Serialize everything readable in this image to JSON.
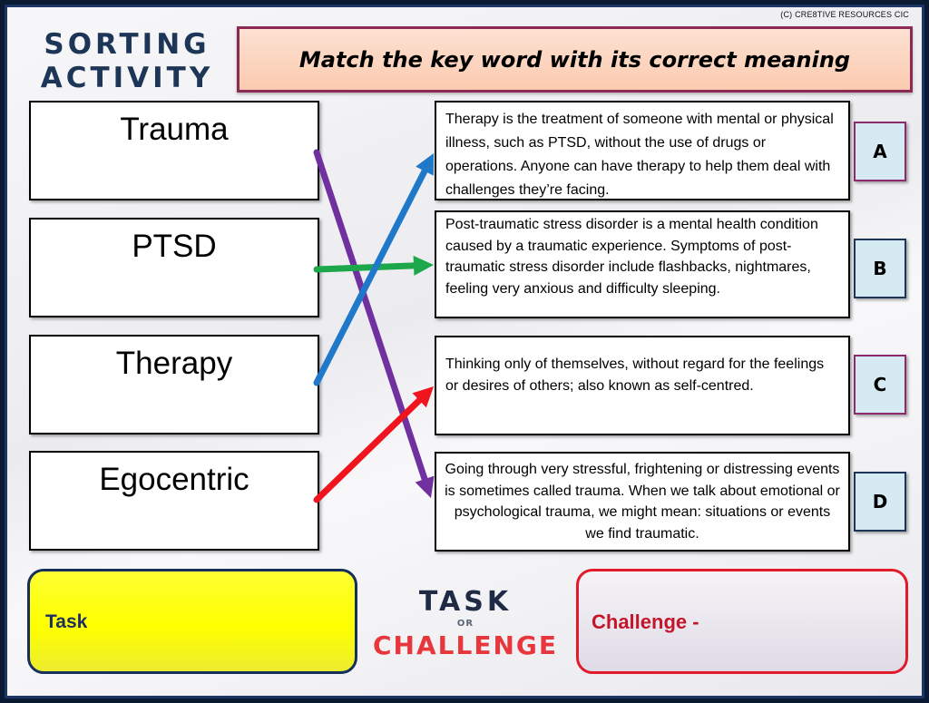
{
  "copyright": "(C) CRE8TIVE RESOURCES CIC",
  "title_line1": "SORTING",
  "title_line2": "ACTIVITY",
  "instruction": "Match the key word with its correct meaning",
  "key_words": [
    "Trauma",
    "PTSD",
    "Therapy",
    "Egocentric"
  ],
  "definitions": [
    {
      "letter": "A",
      "text": "Therapy is the treatment of someone with mental or physical illness, such as PTSD, without the use of drugs or operations. Anyone can have therapy to help them deal with challenges they’re facing."
    },
    {
      "letter": "B",
      "text": "Post-traumatic stress disorder is a mental health condition caused by a traumatic experience. Symptoms of post-traumatic stress disorder include flashbacks, nightmares, feeling very anxious and difficulty sleeping."
    },
    {
      "letter": "C",
      "text": "Thinking only of themselves, without regard for the feelings or desires of others; also known as self-centred."
    },
    {
      "letter": "D",
      "text": "Going through very stressful, frightening or distressing events is sometimes called trauma. When we talk about emotional or psychological trauma, we might mean: situations or events we find traumatic."
    }
  ],
  "letter_border_colors": [
    "#8b2b6a",
    "#1d3557",
    "#8b2b6a",
    "#1d3557"
  ],
  "arrows": [
    {
      "from": "Trauma",
      "to": "D",
      "color": "#7030a0"
    },
    {
      "from": "PTSD",
      "to": "B",
      "color": "#1ca84a"
    },
    {
      "from": "Therapy",
      "to": "A",
      "color": "#1f78c8"
    },
    {
      "from": "Egocentric",
      "to": "C",
      "color": "#f0141e"
    }
  ],
  "task_label": "Task",
  "challenge_label": "Challenge -",
  "logo": {
    "task": "TASK",
    "or": "OR",
    "challenge": "CHALLENGE"
  }
}
